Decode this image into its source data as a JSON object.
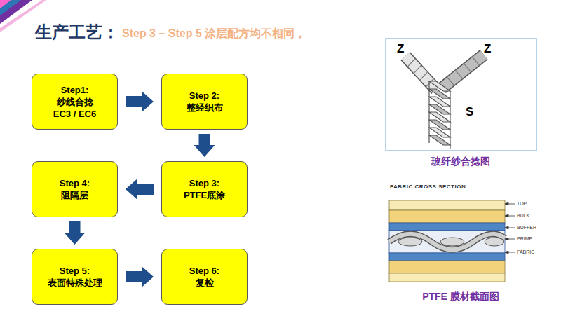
{
  "diagram": {
    "title": "生产工艺：",
    "nodes": [
      {
        "text": [
          "Step1:",
          "纱线合捻",
          "EC3 / EC6"
        ]
      },
      {
        "text": [
          "Step 2:",
          "整经织布"
        ]
      },
      {
        "text": [
          "Step 3:",
          "PTFE底涂"
        ]
      },
      {
        "text": [
          "Step 4:",
          "阻隔层"
        ]
      },
      {
        "text": [
          "Step 5:",
          "表面特殊处理"
        ]
      },
      {
        "text": [
          "Step 6:",
          "复检"
        ]
      }
    ],
    "edges": [
      {
        "from": 0,
        "to": 1,
        "arrow": "to"
      },
      {
        "from": 1,
        "to": 2,
        "arrow": "to"
      },
      {
        "from": 2,
        "to": 3,
        "arrow": "to"
      },
      {
        "from": 3,
        "to": 4,
        "arrow": "to"
      },
      {
        "from": 4,
        "to": 5,
        "arrow": "to"
      }
    ],
    "labels": [
      "Step 3 – Step 5 涂层配方均不相同，",
      "Z",
      "Z",
      "S",
      "玻纤纱合捻图",
      "FABRIC CROSS SECTION",
      "TOP",
      "BULK",
      "BUFFER",
      "PRIME",
      "FABRIC",
      "PTFE 膜材截面图"
    ]
  }
}
